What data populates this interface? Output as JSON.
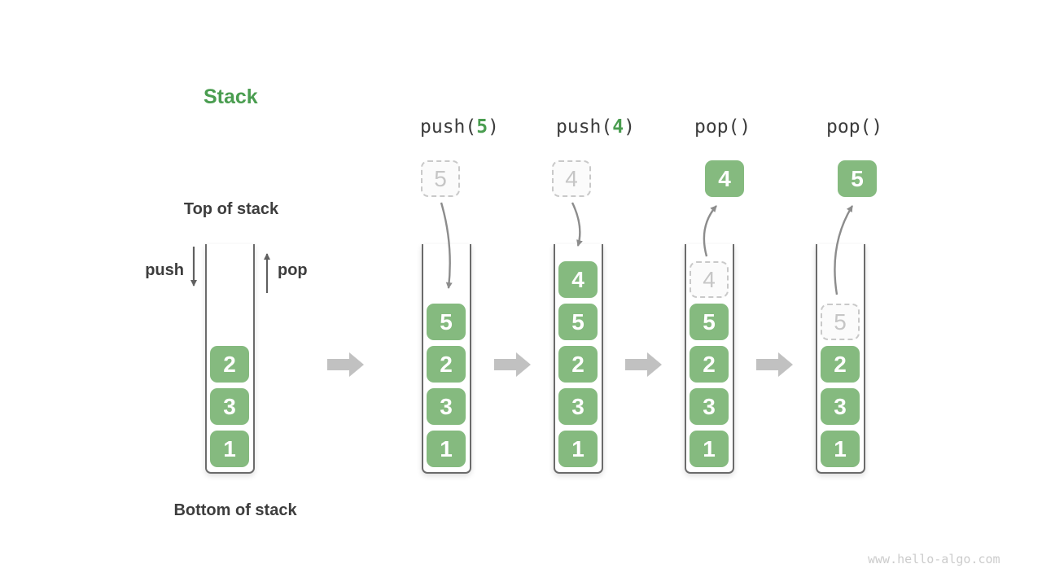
{
  "title": "Stack",
  "labels": {
    "top_of_stack": "Top of stack",
    "bottom_of_stack": "Bottom of stack",
    "push": "push",
    "pop": "pop"
  },
  "operations": [
    {
      "text": "push(",
      "arg": "5",
      "close": ")"
    },
    {
      "text": "push(",
      "arg": "4",
      "close": ")"
    },
    {
      "text": "pop()",
      "arg": "",
      "close": ""
    },
    {
      "text": "pop()",
      "arg": "",
      "close": ""
    }
  ],
  "stacks": [
    {
      "cells": [
        "2",
        "3",
        "1"
      ]
    },
    {
      "float": "5",
      "cells": [
        "5",
        "2",
        "3",
        "1"
      ]
    },
    {
      "float": "4",
      "cells": [
        "4",
        "5",
        "2",
        "3",
        "1"
      ]
    },
    {
      "popped": "4",
      "ghost": "4",
      "cells": [
        "5",
        "2",
        "3",
        "1"
      ]
    },
    {
      "popped": "5",
      "ghost": "5",
      "cells": [
        "2",
        "3",
        "1"
      ]
    }
  ],
  "watermark": "www.hello-algo.com",
  "colors": {
    "title_green": "#4a9d50",
    "box_green": "#85ba7f",
    "box_text_white": "#ffffff",
    "text_dark": "#3d3d3d",
    "motion_arrow_gray": "#8c8c8c",
    "pushpop_arrow_gray": "#606060",
    "step_arrow_gray": "#c1c1c1",
    "ghost_gray": "#c9c9c9",
    "wall_gray": "#6b6b6b",
    "watermark_gray": "#cccccc"
  }
}
